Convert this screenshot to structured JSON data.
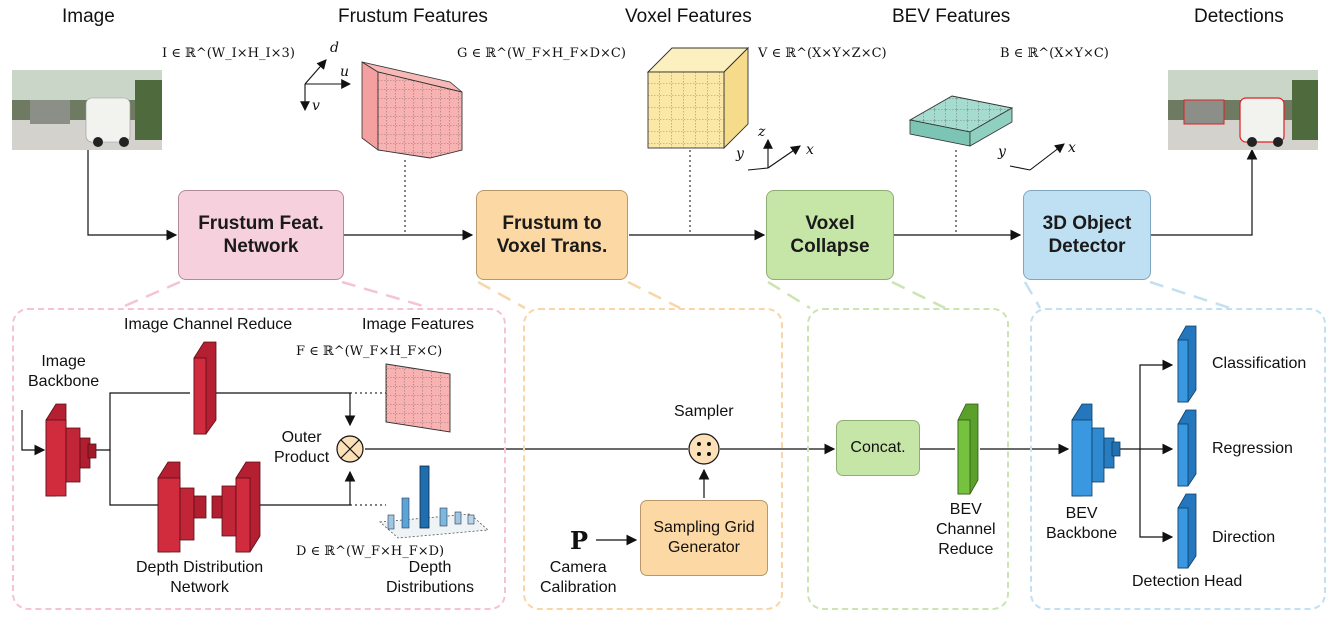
{
  "sections": {
    "image": "Image",
    "frustum": "Frustum Features",
    "voxel": "Voxel Features",
    "bev": "BEV Features",
    "detections": "Detections"
  },
  "math": {
    "image": "I ∈ ℝ^(W_I×H_I×3)",
    "frustum": "G ∈ ℝ^(W_F×H_F×D×C)",
    "voxel": "V ∈ ℝ^(X×Y×Z×C)",
    "bev": "B ∈ ℝ^(X×Y×C)",
    "image_features": "F ∈ ℝ^(W_F×H_F×C)",
    "depth": "D ∈ ℝ^(W_F×H_F×D)",
    "camera": "P"
  },
  "axes": {
    "d": "d",
    "u": "u",
    "v": "v",
    "x": "x",
    "y": "y",
    "z": "z"
  },
  "main_blocks": [
    {
      "label": "Frustum Feat.\nNetwork",
      "color": "#f7d0de",
      "border": "#b48a9a"
    },
    {
      "label": "Frustum to\nVoxel Trans.",
      "color": "#fcd9a4",
      "border": "#b8976a"
    },
    {
      "label": "Voxel\nCollapse",
      "color": "#c6e6a8",
      "border": "#8fae74"
    },
    {
      "label": "3D Object\nDetector",
      "color": "#bfe0f3",
      "border": "#80a7be"
    }
  ],
  "sub_labels": {
    "image_backbone": "Image\nBackbone",
    "channel_reduce": "Image Channel Reduce",
    "image_features": "Image Features",
    "outer_product": "Outer\nProduct",
    "depth_net": "Depth Distribution\nNetwork",
    "depth_dist": "Depth\nDistributions",
    "sampler": "Sampler",
    "sampling_grid": "Sampling Grid\nGenerator",
    "camera_calibration": "Camera\nCalibration",
    "concat": "Concat.",
    "bev_channel_reduce": "BEV\nChannel\nReduce",
    "bev_backbone": "BEV\nBackbone",
    "classification": "Classification",
    "regression": "Regression",
    "direction": "Direction",
    "detection_head": "Detection Head"
  },
  "colors": {
    "pink": "#f4c4d4",
    "orange": "#f8d6a8",
    "green": "#cbe4b2",
    "blue": "#c3e0f2",
    "red_block": "#c8283a",
    "green_block": "#6bb33a",
    "blue_block": "#2f8fd8"
  }
}
